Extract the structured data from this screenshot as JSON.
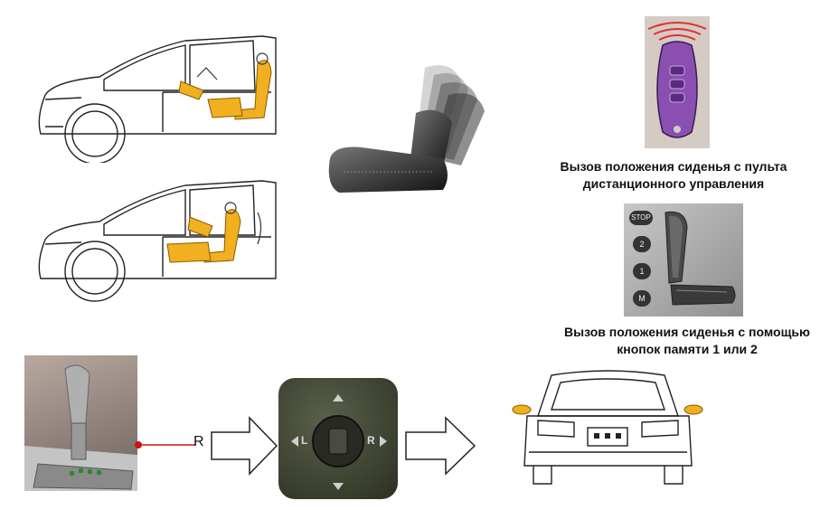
{
  "captions": {
    "remote": {
      "line1": "Вызов положения сиденья с пульта",
      "line2": "дистанционного управления"
    },
    "memory": {
      "line1": "Вызов положения сиденья с помощью",
      "line2": "кнопок памяти 1 или 2"
    }
  },
  "memory_panel": {
    "buttons": [
      "STOP",
      "2",
      "1",
      "M"
    ]
  },
  "gear_selector": {
    "label": "R"
  },
  "mirror_switch": {
    "left_label": "L",
    "right_label": "R"
  },
  "colors": {
    "seat_highlight": "#f0b020",
    "remote_purple": "#8a4fb0",
    "signal_red": "#e03030",
    "switch_body": "#3c4030",
    "connector_red": "#d01010"
  }
}
